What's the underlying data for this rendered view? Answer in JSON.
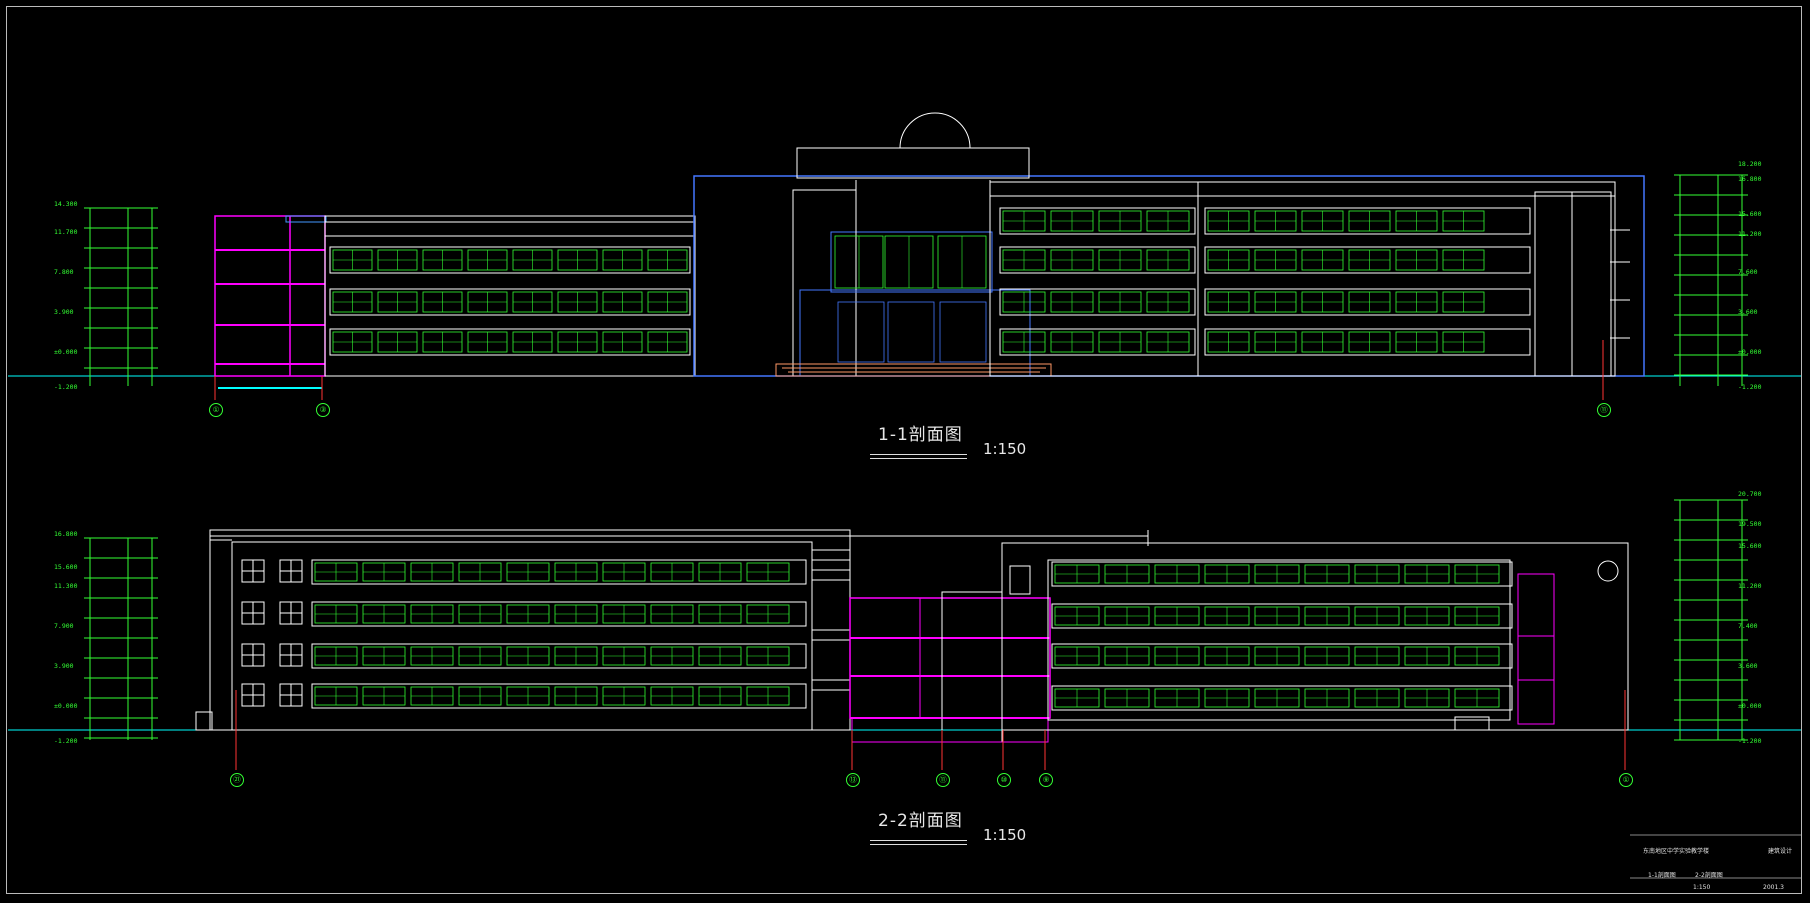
{
  "sections": [
    {
      "title": "1-1剖面图",
      "scale": "1:150"
    },
    {
      "title": "2-2剖面图",
      "scale": "1:150"
    }
  ],
  "levels": {
    "s1_left": [
      "14.300",
      "11.700",
      "7.800",
      "3.900",
      "±0.000",
      "-1.200"
    ],
    "s1_right": [
      "18.200",
      "16.800",
      "15.600",
      "11.200",
      "7.600",
      "3.600",
      "±0.000",
      "-1.200"
    ],
    "s2_left": [
      "16.800",
      "15.600",
      "11.300",
      "7.900",
      "3.900",
      "±0.000",
      "-1.200"
    ],
    "s2_right": [
      "20.700",
      "19.500",
      "15.600",
      "11.200",
      "7.400",
      "3.600",
      "±0.000",
      "-1.200"
    ]
  },
  "axes": {
    "s1": [
      "①",
      "③",
      "⑪"
    ],
    "s2": [
      "㉑",
      "⑬",
      "⑪",
      "⑩",
      "⑨",
      "①"
    ]
  },
  "title_block": {
    "project": "东南地区中学实验教学楼",
    "drawing_type": "建筑设计",
    "item1": "1-1剖面图",
    "item2": "2-2剖面图",
    "scale": "1:150",
    "date": "2001.3"
  },
  "colors": {
    "background": "#000000",
    "lines": "#ffffff",
    "section_cut": "#ff00ff",
    "windows": "#33ff33",
    "ground": "#00ffff",
    "roof": "#4477ff",
    "steps": "#ff9966"
  }
}
